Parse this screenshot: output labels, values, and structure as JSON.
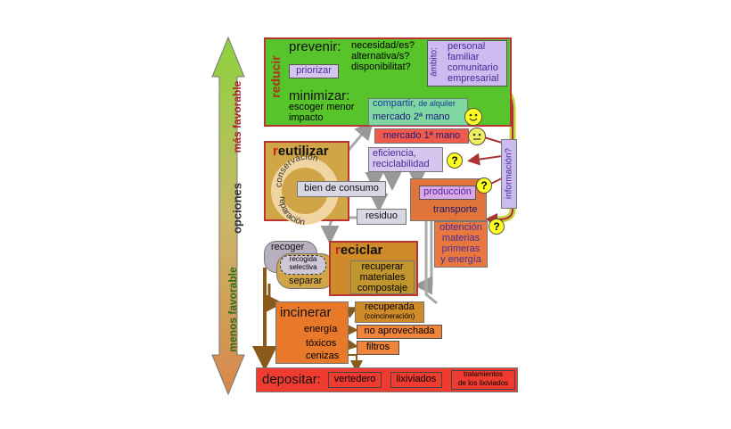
{
  "scale": {
    "top": "más favorable",
    "middle": "opciones",
    "bottom": "menos favorable",
    "colors": {
      "top": "#8bd23c",
      "bottom": "#d8864a"
    }
  },
  "reducir": {
    "label": "reducir",
    "prevenir": "prevenir:",
    "questions": [
      "necesidad/es?",
      "alternativa/s?",
      "disponibilitat?"
    ],
    "priorizar": "priorizar",
    "ambito_label": "ámbito:",
    "ambito_items": [
      "personal",
      "familiar",
      "comunitario",
      "empresarial"
    ],
    "minimizar": "minimizar:",
    "minimizar_text": [
      "escoger menor",
      "impacto"
    ]
  },
  "reutilizar": {
    "title_first": "r",
    "title_rest": "eutilizar",
    "arc_top": "conservación",
    "arc_bottom": "reparación"
  },
  "compartir": {
    "label": "compartir,",
    "small": "de alquiler"
  },
  "mercado2": "mercado 2ª mano",
  "mercado1": "mercado 1ª mano",
  "eficiencia": [
    "eficiencia,",
    "reciclabilidad"
  ],
  "bien_consumo": "bien de consumo",
  "residuo": "residuo",
  "produccion": "producción",
  "transporte": "transporte",
  "obtencion": [
    "obtención",
    "materias",
    "primeras",
    "y energía"
  ],
  "informacion": "información?",
  "question_mark": "?",
  "recoger": {
    "label": "recoger",
    "selectiva": [
      "recogida",
      "selectiva"
    ],
    "separar": "separar"
  },
  "reciclar": {
    "title_first": "r",
    "title_rest": "eciclar",
    "text": [
      "recuperar",
      "materiales",
      "compostaje"
    ]
  },
  "incinerar": {
    "label": "incinerar",
    "items": [
      "energía",
      "tóxicos",
      "cenizas"
    ],
    "recuperada": "recuperada",
    "coincineracion": "(coincineración)",
    "no_aprovechada": "no aprovechada",
    "filtros": "filtros"
  },
  "depositar": {
    "label": "depositar:",
    "vertedero": "vertedero",
    "lixiviados": "lixiviados",
    "tratamientos": [
      "tratamientos",
      "de los lixiviados"
    ]
  }
}
